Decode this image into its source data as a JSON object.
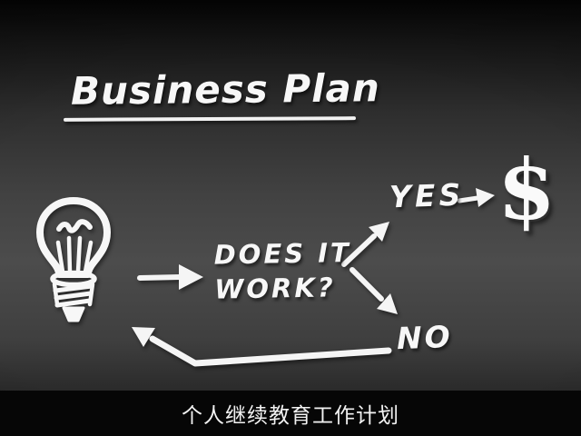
{
  "slide": {
    "title": "Business Plan",
    "caption": "个人继续教育工作计划",
    "flowchart": {
      "idea_icon": "lightbulb-icon",
      "question": "DOES IT WORK?",
      "yes_label": "YES",
      "no_label": "NO",
      "success_symbol": "$",
      "edges": [
        {
          "from": "lightbulb",
          "to": "question",
          "arrow": "right"
        },
        {
          "from": "question",
          "to": "yes",
          "arrow": "up-right"
        },
        {
          "from": "yes",
          "to": "dollar",
          "arrow": "right"
        },
        {
          "from": "question",
          "to": "no",
          "arrow": "down-right"
        },
        {
          "from": "no",
          "to": "lightbulb",
          "arrow": "left-return"
        }
      ]
    },
    "colors": {
      "ink": "#f7f7f7",
      "background_center": "#4c4c4c",
      "background_edge": "#0a0a0a",
      "caption_bar": "#060606"
    }
  }
}
